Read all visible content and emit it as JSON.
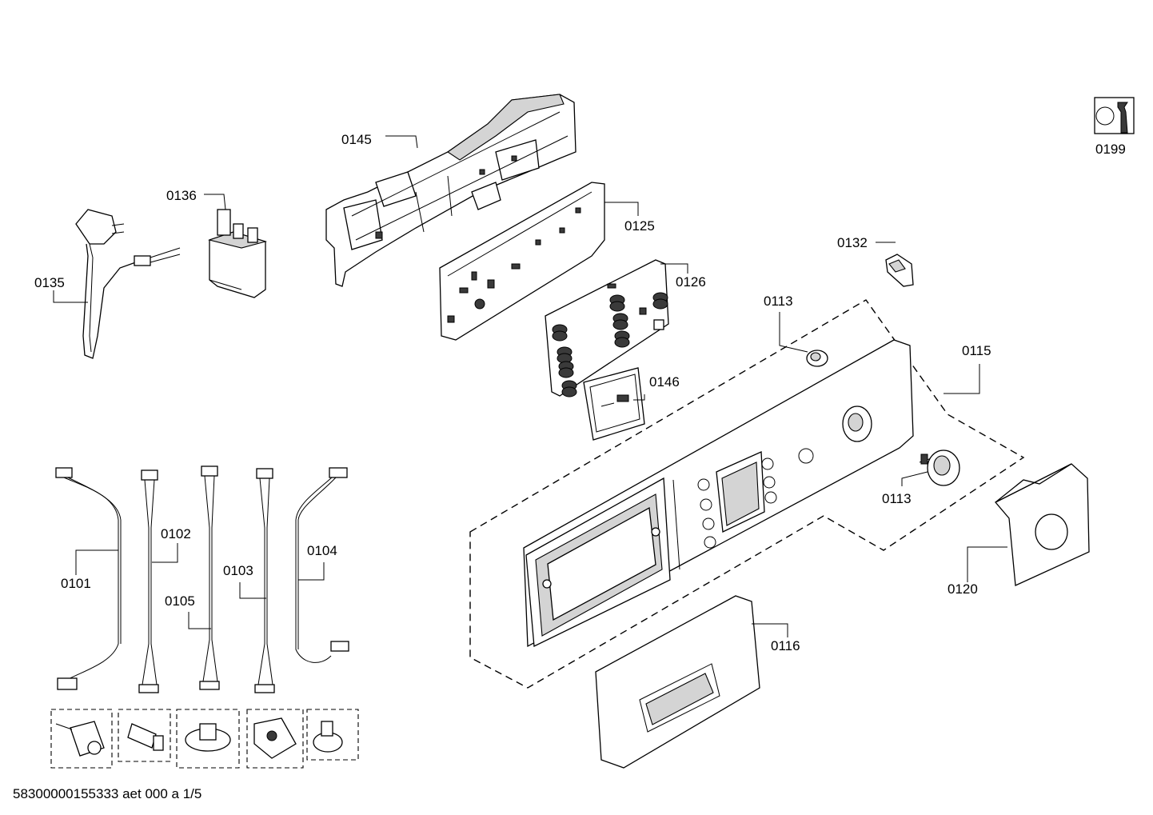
{
  "labels": {
    "l0145": "0145",
    "l0136": "0136",
    "l0125": "0125",
    "l0135": "0135",
    "l0126": "0126",
    "l0132": "0132",
    "l0113a": "0113",
    "l0115": "0115",
    "l0146": "0146",
    "l0113b": "0113",
    "l0120": "0120",
    "l0116": "0116",
    "l0102": "0102",
    "l0104": "0104",
    "l0101": "0101",
    "l0103": "0103",
    "l0105": "0105",
    "l0199": "0199"
  },
  "footer": {
    "doc_id": "58300000155333 aet 000 a 1/5"
  },
  "icons": [
    "wrench-service-icon"
  ]
}
